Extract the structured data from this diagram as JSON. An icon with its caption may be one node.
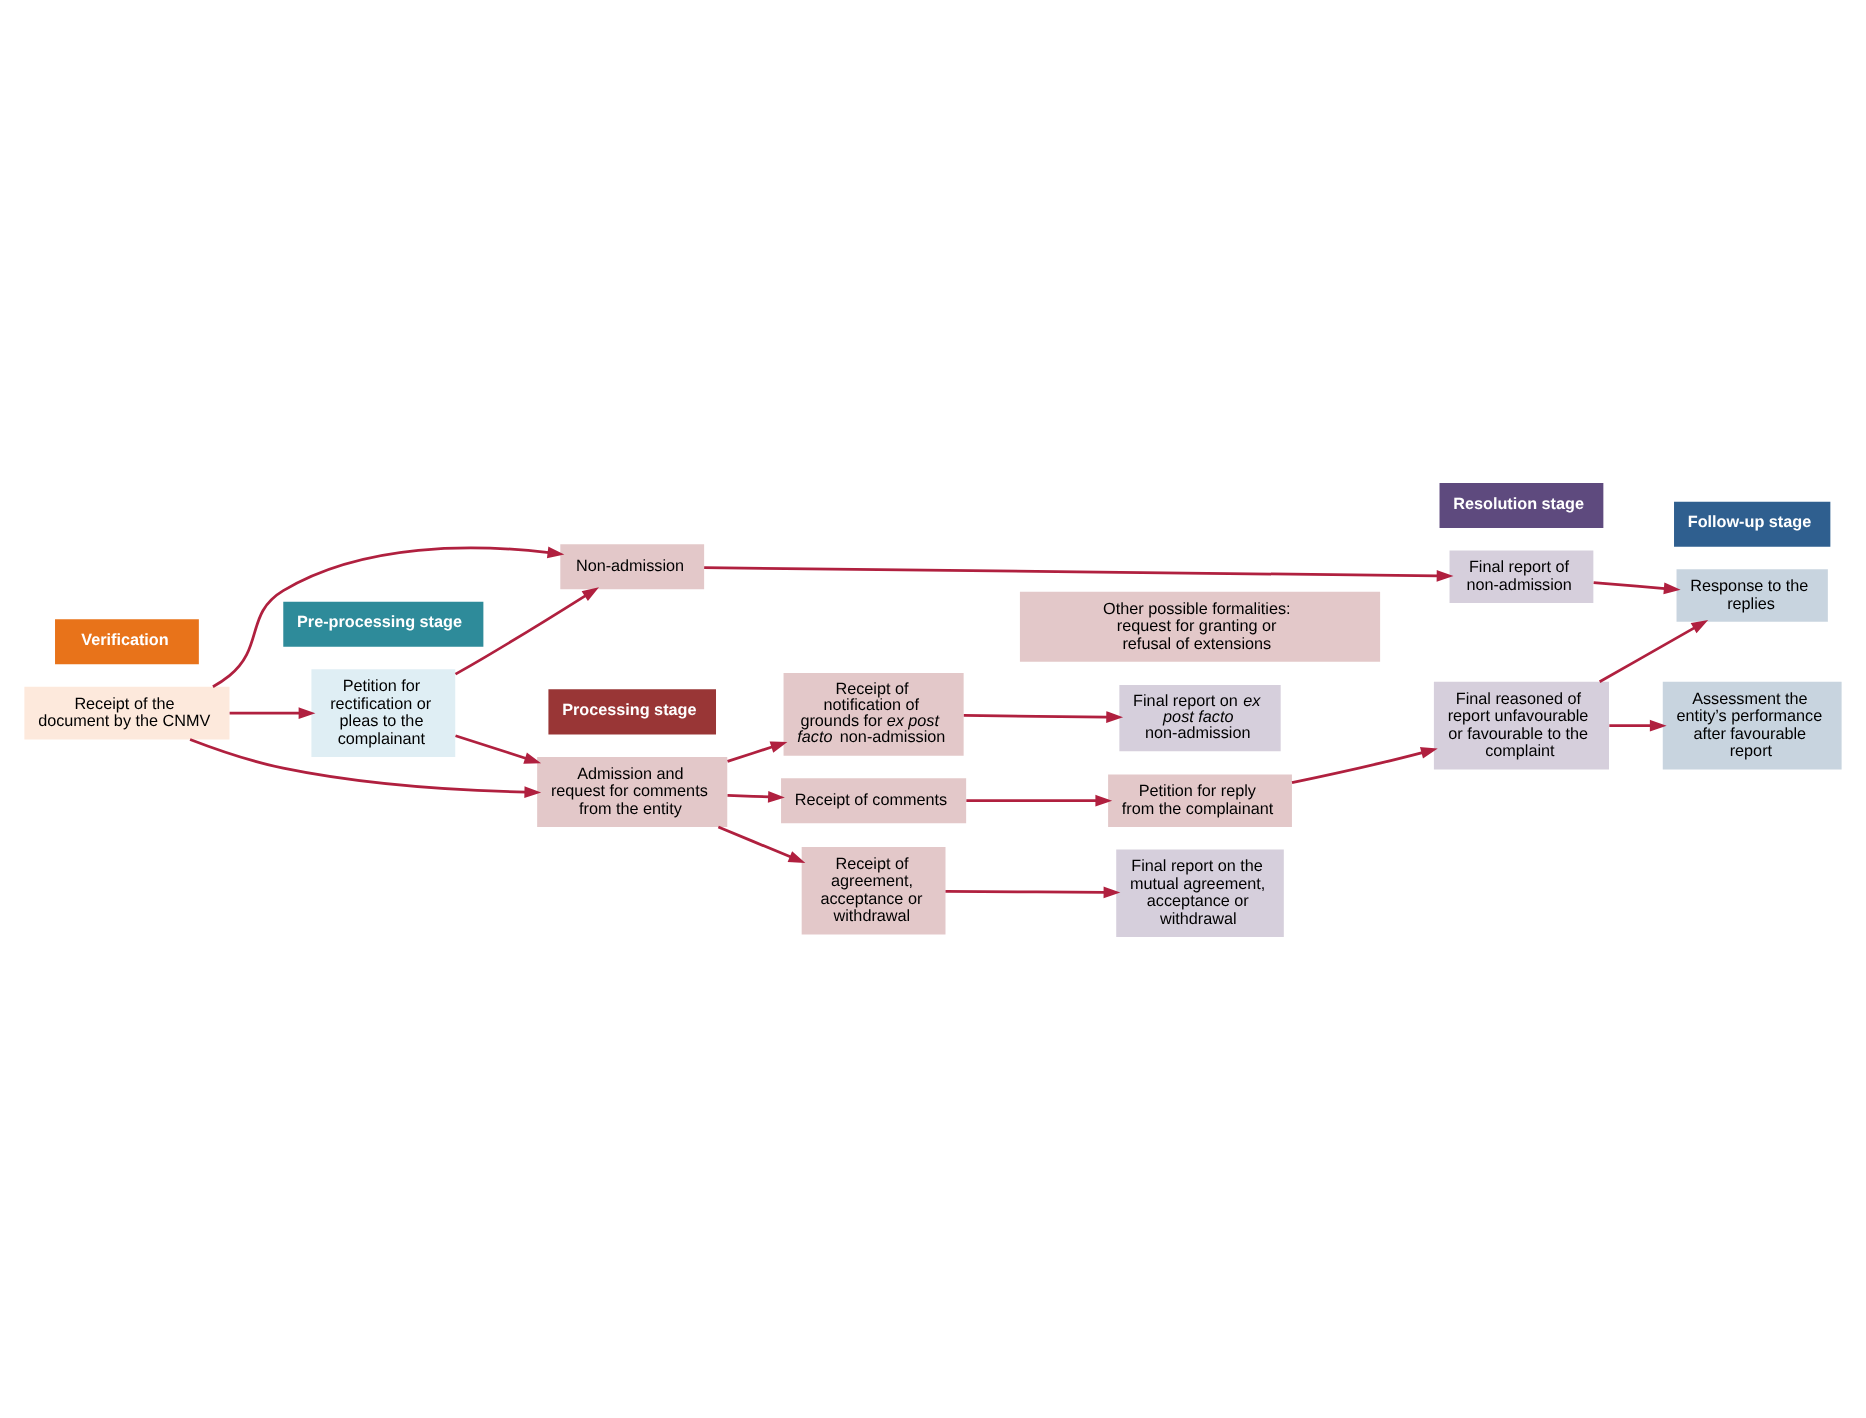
{
  "diagram": {
    "nodes": [
      {
        "text": [
          "Verification"
        ]
      },
      {
        "text": [
          "Pre-processing stage"
        ]
      },
      {
        "text": [
          "Processing stage"
        ]
      },
      {
        "text": [
          "Resolution stage"
        ]
      },
      {
        "text": [
          "Follow-up stage"
        ]
      },
      {
        "text": [
          "Non-admission"
        ]
      },
      {
        "text": [
          "Final report of non-admission"
        ]
      },
      {
        "text": [
          "Response to the replies"
        ]
      },
      {
        "text": [
          "Petition for rectification or pleas to the complainant"
        ]
      },
      {
        "text": [
          "Receipt of comments"
        ]
      },
      {
        "text": [
          "Petition for reply from the complainant"
        ]
      },
      {
        "text": [
          "Final reasoned of report unfavourable or favourable to the complaint"
        ]
      },
      {
        "text": [
          "Assessment the entity’s performance after favourable report"
        ]
      },
      {
        "text": [
          "Receipt of the document by the CNMV"
        ]
      },
      {
        "text": [
          "Admission and request for comments from the entity"
        ]
      },
      {
        "text": [
          "Receipt of agreement, acceptance or withdrawal"
        ]
      },
      {
        "text": [
          "Final report on the mutual agreement, acceptance or withdrawal"
        ]
      },
      {
        "text": [
          "Receipt of notification of grounds for *ex post facto* non-admission"
        ]
      },
      {
        "text": [
          "Final report on *ex post facto* non-admission"
        ]
      },
      {
        "text": [
          "Other possible formalities: request for granting or refusal of extensions"
        ]
      }
    ],
    "edges": [
      {
        "from": 13,
        "to": 5,
        "arrow": "to"
      },
      {
        "from": 13,
        "to": 8,
        "arrow": "to"
      },
      {
        "from": 8,
        "to": 5,
        "arrow": "to"
      },
      {
        "from": 8,
        "to": 14,
        "arrow": "to"
      },
      {
        "from": 13,
        "to": 14,
        "arrow": "to"
      },
      {
        "from": 5,
        "to": 6,
        "arrow": "to"
      },
      {
        "from": 6,
        "to": 7,
        "arrow": "to"
      },
      {
        "from": 11,
        "to": 7,
        "arrow": "to"
      },
      {
        "from": 14,
        "to": 9,
        "arrow": "to"
      },
      {
        "from": 9,
        "to": 10,
        "arrow": "to"
      },
      {
        "from": 10,
        "to": 11,
        "arrow": "to"
      },
      {
        "from": 11,
        "to": 12,
        "arrow": "to"
      },
      {
        "from": 14,
        "to": 15,
        "arrow": "to"
      },
      {
        "from": 15,
        "to": 16,
        "arrow": "to"
      },
      {
        "from": 14,
        "to": 17,
        "arrow": "to"
      },
      {
        "from": 17,
        "to": 18,
        "arrow": "to"
      }
    ]
  }
}
